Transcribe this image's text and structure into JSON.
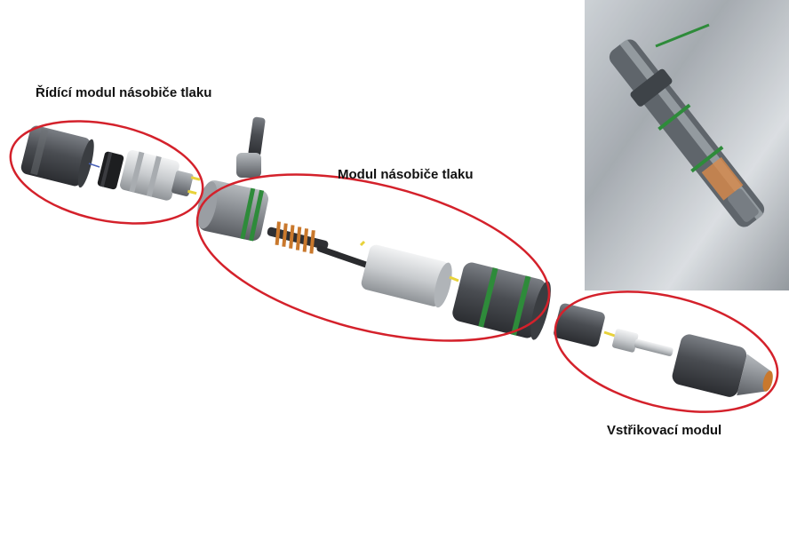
{
  "labels": {
    "control_module": "Řídící modul násobiče tlaku",
    "pressure_multiplier_module": "Modul násobiče tlaku",
    "injection_module": "Vstřikovací modul"
  },
  "colors": {
    "ellipse": "#d4212b",
    "housing_dark": "#4a4d52",
    "housing_light": "#c8cbce",
    "seal_green": "#2e8b3a",
    "spring_orange": "#c9782c",
    "pin_yellow": "#e8d23a"
  }
}
